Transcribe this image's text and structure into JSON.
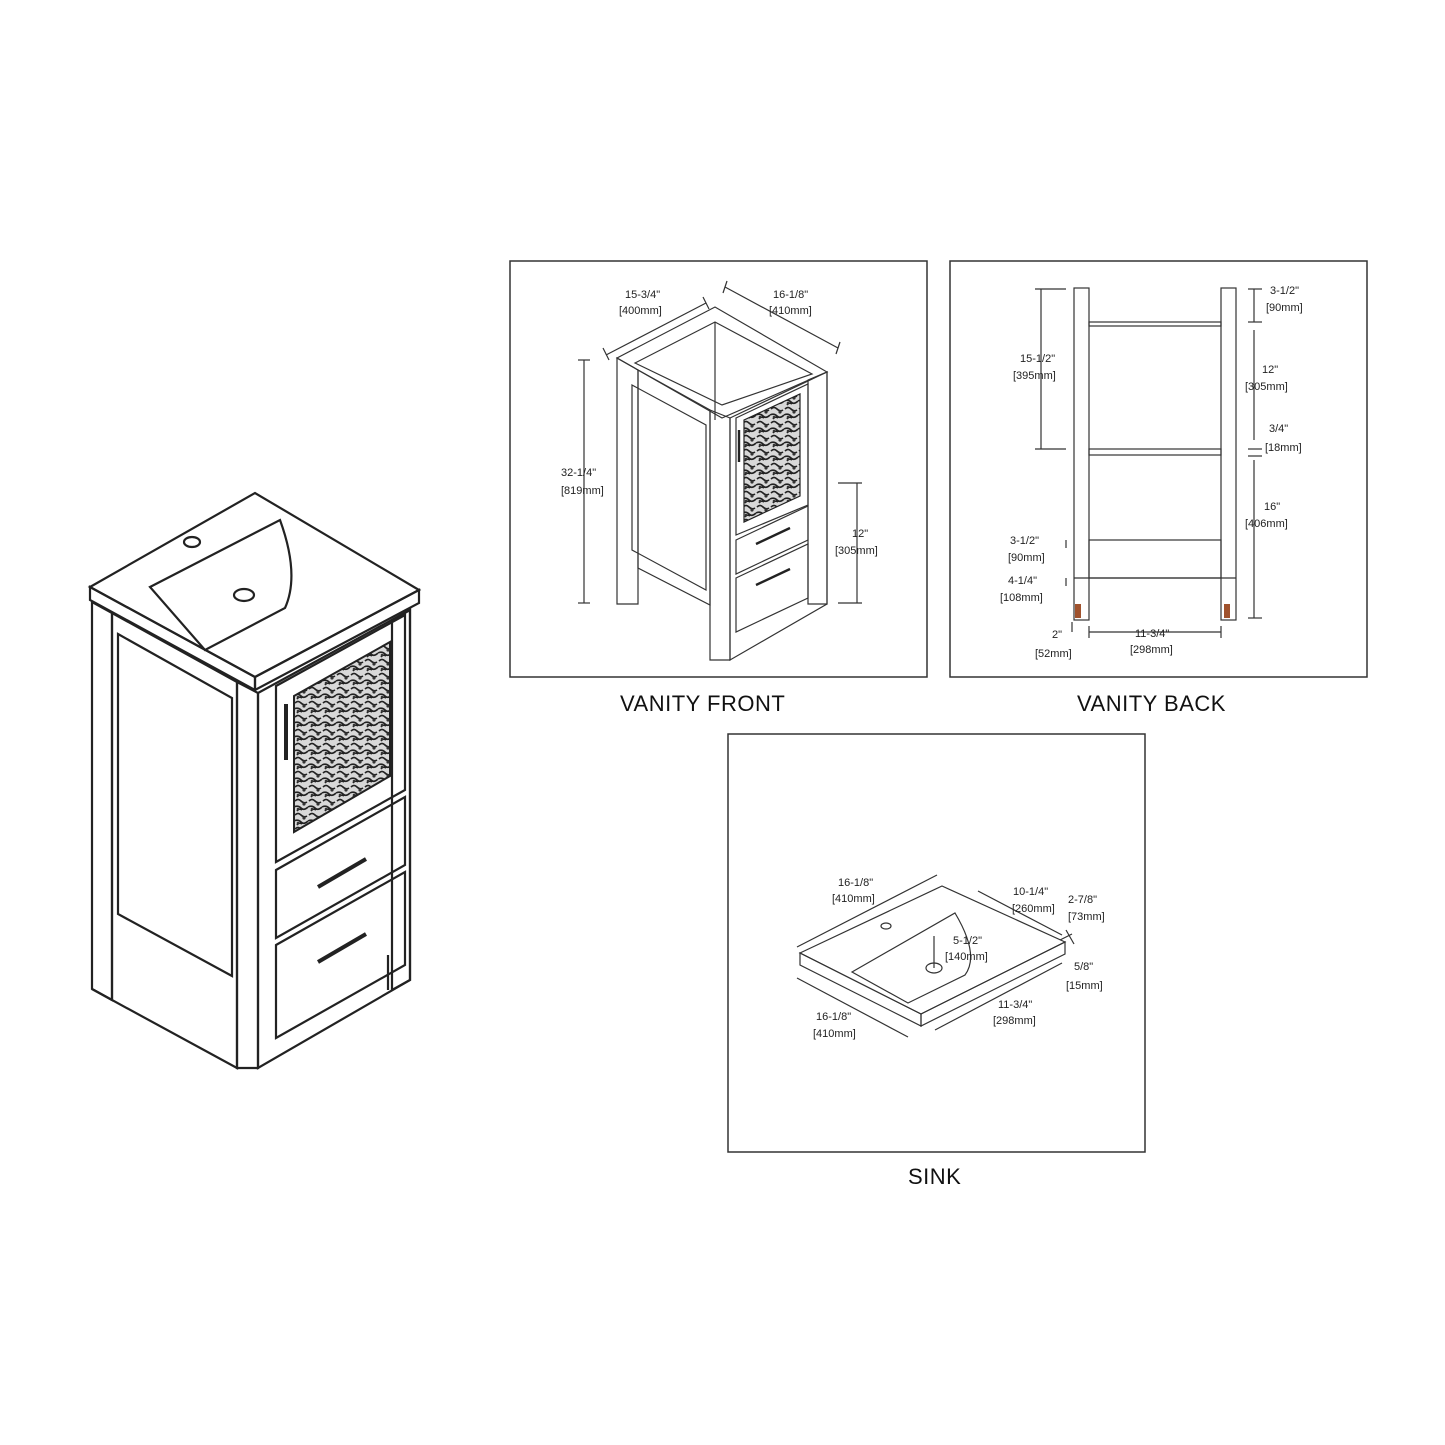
{
  "panels": {
    "front": {
      "caption": "VANITY FRONT",
      "dims": {
        "width_in": "15-3/4\"",
        "width_mm": "[400mm]",
        "depth_in": "16-1/8\"",
        "depth_mm": "[410mm]",
        "height_in": "32-1/4\"",
        "height_mm": "[819mm]",
        "drawer_in": "12\"",
        "drawer_mm": "[305mm]"
      }
    },
    "back": {
      "caption": "VANITY BACK",
      "dims": {
        "top_in": "3-1/2\"",
        "top_mm": "[90mm]",
        "upper_in": "15-1/2\"",
        "upper_mm": "[395mm]",
        "mid_in": "12\"",
        "mid_mm": "[305mm]",
        "shelf_in": "3/4\"",
        "shelf_mm": "[18mm]",
        "lower_in": "16\"",
        "lower_mm": "[406mm]",
        "rail_in": "3-1/2\"",
        "rail_mm": "[90mm]",
        "leg_in": "4-1/4\"",
        "leg_mm": "[108mm]",
        "foot_in": "2\"",
        "foot_mm": "[52mm]",
        "inner_in": "11-3/4\"",
        "inner_mm": "[298mm]"
      }
    },
    "sink": {
      "caption": "SINK",
      "dims": {
        "width_in": "16-1/8\"",
        "width_mm": "[410mm]",
        "basin_in": "10-1/4\"",
        "basin_mm": "[260mm]",
        "rim_in": "2-7/8\"",
        "rim_mm": "[73mm]",
        "depth_in": "5-1/2\"",
        "depth_mm": "[140mm]",
        "thick_in": "5/8\"",
        "thick_mm": "[15mm]",
        "front_in": "16-1/8\"",
        "front_mm": "[410mm]",
        "basin2_in": "11-3/4\"",
        "basin2_mm": "[298mm]"
      }
    }
  },
  "colors": {
    "line": "#222222",
    "frame": "#333333",
    "background": "#ffffff",
    "foot_accent": "#a0522d"
  }
}
